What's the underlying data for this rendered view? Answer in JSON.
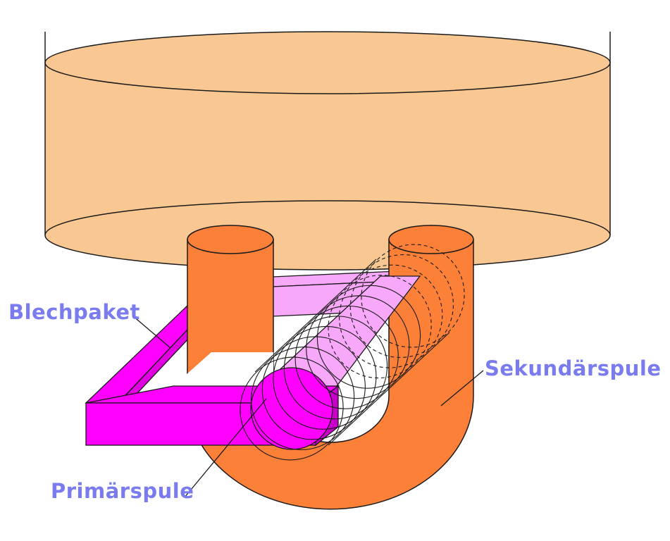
{
  "labels": {
    "blechpaket": "Blechpaket",
    "sekundaerspule": "Sekundärspule",
    "primaerspule": "Primärspule"
  },
  "colors": {
    "label_text": "#7b7bf0",
    "crucible_fill": "#f9c792",
    "secondary_coil_fill": "#fd8039",
    "core_fill": "#ff00ff",
    "core_light_fill": "#f8a8f8",
    "outline": "#1a1a1a"
  }
}
